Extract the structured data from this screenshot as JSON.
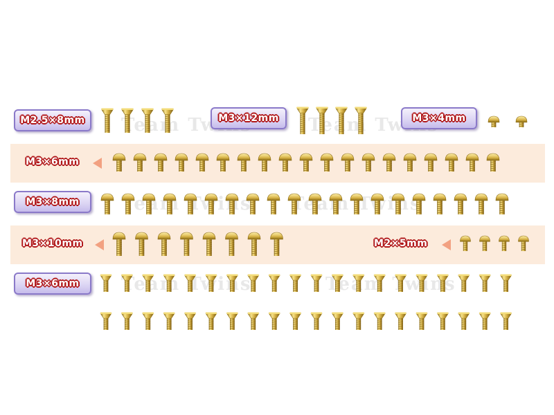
{
  "labels": {
    "m25x8": "M2.5×8mm",
    "m3x12": "M3×12mm",
    "m3x4": "M3×4mm",
    "m3x6_top": "M3×6mm",
    "m3x8": "M3×8mm",
    "m3x10": "M3×10mm",
    "m2x5": "M2×5mm",
    "m3x6_bottom": "M3×6mm"
  },
  "watermark": "Team Twins",
  "colors": {
    "band": "#fcebdc",
    "label_border": "#8a79c9",
    "label_text_outline": "#b1191b",
    "arrow": "#f2a181",
    "screw_gold": "#d9b54a"
  },
  "screw_groups": [
    {
      "id": "m25x8",
      "type": "countersunk",
      "count": 4
    },
    {
      "id": "m3x12",
      "type": "countersunk",
      "count": 4
    },
    {
      "id": "m3x4",
      "type": "button",
      "count": 2
    },
    {
      "id": "m3x6_top",
      "type": "button",
      "count": 19
    },
    {
      "id": "m3x8",
      "type": "button",
      "count": 20
    },
    {
      "id": "m3x10",
      "type": "button",
      "count": 8
    },
    {
      "id": "m2x5",
      "type": "button",
      "count": 4
    },
    {
      "id": "m3x6_bottom",
      "type": "countersunk",
      "count": 40
    }
  ]
}
